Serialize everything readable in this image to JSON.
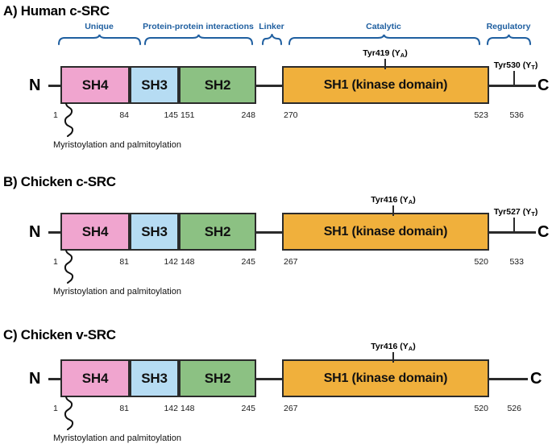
{
  "figure": {
    "accent_blue": "#1f5fa0",
    "outline": "#2b2b2b",
    "colors": {
      "SH4": "#f0a5cf",
      "SH3": "#b6dcf3",
      "SH2": "#8cc183",
      "SH1": "#f0b03c"
    }
  },
  "panels": [
    {
      "id": "A",
      "title": "A) Human c-SRC",
      "n_terminus": "N",
      "c_terminus": "C",
      "lipid_note": "Myristoylation and palmitoylation",
      "regions": [
        {
          "label": "Unique"
        },
        {
          "label": "Protein-protein interactions"
        },
        {
          "label": "Linker"
        },
        {
          "label": "Catalytic"
        },
        {
          "label": "Regulatory"
        }
      ],
      "domains": [
        {
          "name": "SH4",
          "start": "1",
          "end": "84"
        },
        {
          "name": "SH3",
          "start": "",
          "end": "145"
        },
        {
          "name": "SH2",
          "start": "151",
          "end": "248"
        },
        {
          "name": "SH1 (kinase domain)",
          "start": "270",
          "end": "523"
        }
      ],
      "tail_position": "536",
      "tyr_activation": {
        "name": "Tyr419",
        "site": "Y",
        "subscript": "A"
      },
      "tyr_regulatory": {
        "name": "Tyr530",
        "site": "Y",
        "subscript": "T"
      }
    },
    {
      "id": "B",
      "title": "B) Chicken c-SRC",
      "n_terminus": "N",
      "c_terminus": "C",
      "lipid_note": "Myristoylation and palmitoylation",
      "regions": [],
      "domains": [
        {
          "name": "SH4",
          "start": "1",
          "end": "81"
        },
        {
          "name": "SH3",
          "start": "",
          "end": "142"
        },
        {
          "name": "SH2",
          "start": "148",
          "end": "245"
        },
        {
          "name": "SH1 (kinase domain)",
          "start": "267",
          "end": "520"
        }
      ],
      "tail_position": "533",
      "tyr_activation": {
        "name": "Tyr416",
        "site": "Y",
        "subscript": "A"
      },
      "tyr_regulatory": {
        "name": "Tyr527",
        "site": "Y",
        "subscript": "T"
      }
    },
    {
      "id": "C",
      "title": "C) Chicken v-SRC",
      "n_terminus": "N",
      "c_terminus": "C",
      "lipid_note": "Myristoylation and palmitoylation",
      "regions": [],
      "domains": [
        {
          "name": "SH4",
          "start": "1",
          "end": "81"
        },
        {
          "name": "SH3",
          "start": "",
          "end": "142"
        },
        {
          "name": "SH2",
          "start": "148",
          "end": "245"
        },
        {
          "name": "SH1 (kinase domain)",
          "start": "267",
          "end": "520"
        }
      ],
      "tail_position": "526",
      "tyr_activation": {
        "name": "Tyr416",
        "site": "Y",
        "subscript": "A"
      },
      "tyr_regulatory": null
    }
  ]
}
